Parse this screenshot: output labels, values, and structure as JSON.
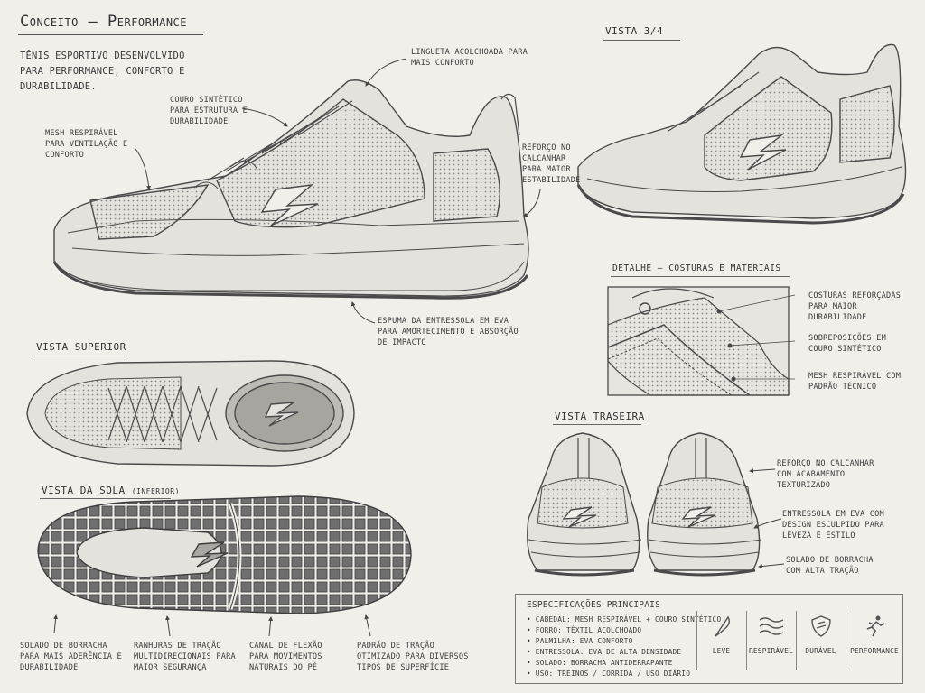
{
  "title": "Conceito – Performance",
  "intro": "Tênis esportivo desenvolvido para performance, conforto e durabilidade.",
  "annotations": {
    "lingueta": "Lingueta acolchoada para mais conforto",
    "couro": "Couro sintético para estrutura e durabilidade",
    "mesh": "Mesh respirável para ventilação e conforto",
    "reforco": "Reforço no calcanhar para maior estabilidade",
    "espuma": "Espuma da entressola em EVA para amortecimento e absorção de impacto"
  },
  "views": {
    "tres_quartos": "Vista 3/4",
    "detalhe": "Detalhe – Costuras e materiais",
    "superior": "Vista superior",
    "sola": "Vista da sola",
    "sola_sub": "(inferior)",
    "traseira": "Vista traseira"
  },
  "detail_notes": {
    "costuras": "Costuras reforçadas para maior durabilidade",
    "sobreposicoes": "Sobreposições em couro sintético",
    "mesh_tecnico": "Mesh respirável com padrão técnico"
  },
  "rear_notes": {
    "reforco": "Reforço no calcanhar com acabamento texturizado",
    "entressola": "Entressola em EVA com design esculpido para leveza e estilo",
    "solado": "Solado de borracha com alta tração"
  },
  "sole_notes": {
    "solado": "Solado de borracha para mais aderência e durabilidade",
    "ranhuras": "Ranhuras de tração multidirecionais para maior segurança",
    "canal": "Canal de flexão para movimentos naturais do pé",
    "padrao": "Padrão de tração otimizado para diversos tipos de superfície"
  },
  "specs": {
    "title": "Especificações principais",
    "items": [
      "Cabedal: mesh respirável + couro sintético",
      "Forro: têxtil acolchoado",
      "Palmilha: EVA conforto",
      "Entressola: EVA de alta densidade",
      "Solado: borracha antiderrapante",
      "Uso: treinos / corrida / uso diário"
    ],
    "features": [
      {
        "label": "Leve",
        "icon": "feather-icon"
      },
      {
        "label": "Respirável",
        "icon": "waves-icon"
      },
      {
        "label": "Durável",
        "icon": "shield-icon"
      },
      {
        "label": "Performance",
        "icon": "runner-icon"
      }
    ]
  },
  "colors": {
    "ink": "#4a4a4a",
    "paper": "#f1efea"
  }
}
